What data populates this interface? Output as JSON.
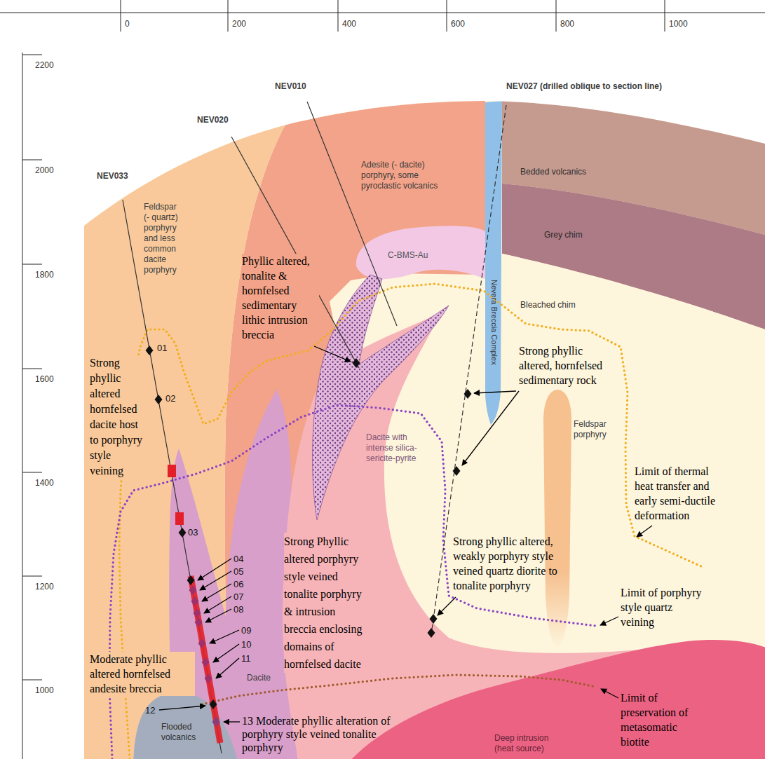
{
  "diagram": {
    "nodes": [
      {
        "text": [
          "Feldspar (- quartz) porphyry and less common dacite porphyry"
        ]
      },
      {
        "text": [
          "Adesite (- dacite) porphyry, some pyroclastic volcanics"
        ]
      },
      {
        "text": [
          "Bedded volcanics"
        ]
      },
      {
        "text": [
          "Grey chim"
        ]
      },
      {
        "text": [
          "C-BMS-Au"
        ]
      },
      {
        "text": [
          "Nevera Breccia Complex"
        ]
      },
      {
        "text": [
          "Bleached chim"
        ]
      },
      {
        "text": [
          "Feldspar porphyry"
        ],
        "in": 6
      },
      {
        "text": [
          "Dacite with intense silica-sericite-pyrite"
        ]
      },
      {
        "text": [
          "Dacite"
        ]
      },
      {
        "text": [
          "Flooded volcanics"
        ]
      },
      {
        "text": [
          "Deep intrusion (heat source)"
        ]
      }
    ],
    "labels": [
      "0",
      "200",
      "400",
      "600",
      "800",
      "1000",
      "2200",
      "2000",
      "1800",
      "1600",
      "1400",
      "1200",
      "1000",
      "NEV010",
      "NEV027 (drilled oblique to section line)",
      "NEV020",
      "NEV033",
      "Phyllic altered, tonalite & hornfelsed sedimentary lithic intrusion breccia",
      "01",
      "Strong phyllic altered hornfelsed dacite host to porphyry style veining",
      "Strong phyllic altered, hornfelsed sedimentary rock",
      "02",
      "Limit of thermal heat transfer and early semi-ductile deformation",
      "03",
      "04",
      "05",
      "06",
      "07",
      "08",
      "Strong Phyllic altered porphyry style veined tonalite porphyry & intrusion breccia enclosing domains of hornfelsed dacite",
      "Strong phyllic altered, weakly porphyry style veined quartz diorite to tonalite porphyry",
      "Limit of porphyry style quartz veining",
      "09",
      "10",
      "11",
      "Moderate phyllic altered hornfelsed andesite breccia",
      "Limit of preservation of metasomatic biotite",
      "12",
      "13 Moderate phyllic alteration of porphyry style veined tonalite porphyry"
    ]
  }
}
